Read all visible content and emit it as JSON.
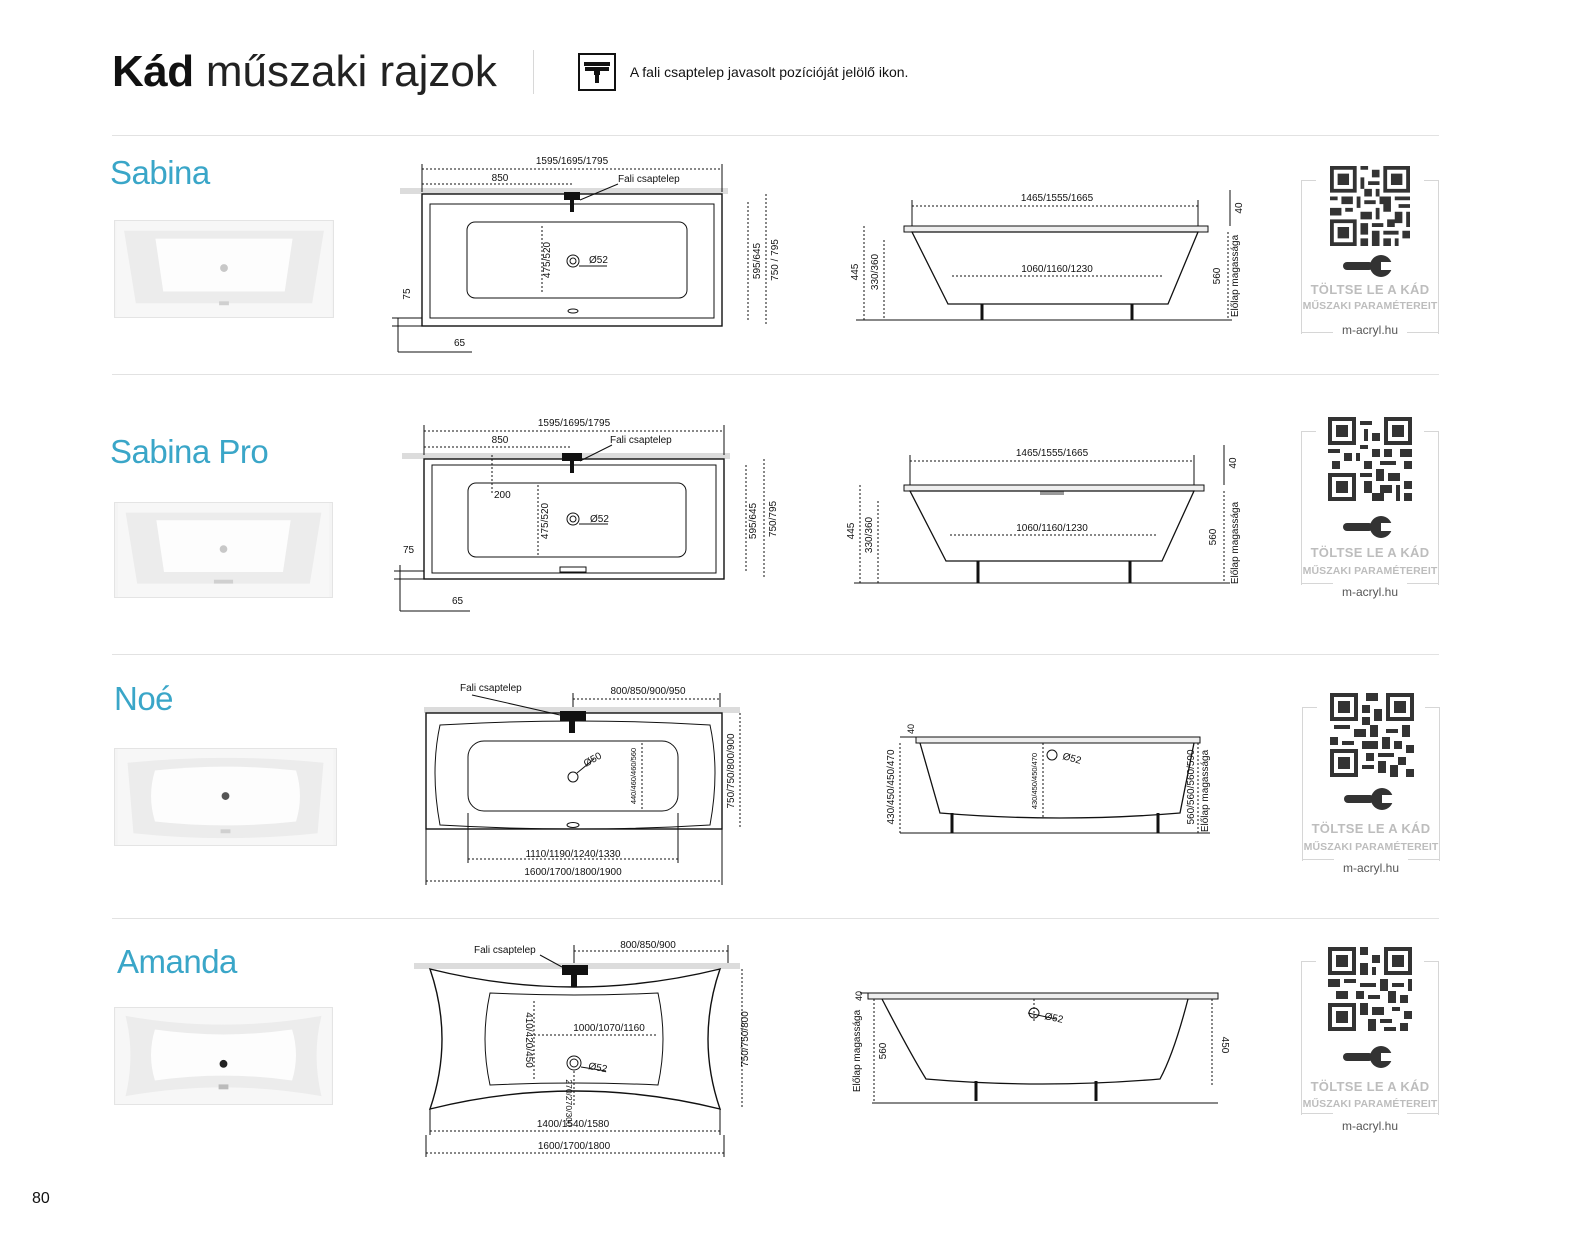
{
  "header": {
    "title_bold": "Kád",
    "title_light": "műszaki rajzok",
    "legend_text": "A fali csaptelep javasolt pozícióját jelölő ikon."
  },
  "qr": {
    "cta_line1": "TÖLTSE LE A KÁD",
    "cta_line2": "MŰSZAKI PARAMÉTEREIT",
    "url": "m-acryl.hu"
  },
  "models": [
    {
      "name": "Sabina",
      "top_view": {
        "length": "1595/1695/1795",
        "faucet_offset": "850",
        "faucet_label": "Fali csaptelep",
        "inner_width": "475/520",
        "drain": "Ø52",
        "width_inner": "595/645",
        "width_outer": "750 / 795",
        "left_dim": "75",
        "bottom_dim": "65"
      },
      "side_view": {
        "top_length": "1465/1555/1665",
        "bottom_length": "1060/1160/1230",
        "rim": "40",
        "height_a": "445",
        "height_b": "330/360",
        "panel_height": "560",
        "panel_label": "Előlap magassága"
      }
    },
    {
      "name": "Sabina Pro",
      "top_view": {
        "length": "1595/1695/1795",
        "faucet_offset": "850",
        "faucet_label": "Fali csaptelep",
        "extra": "200",
        "inner_width": "475/520",
        "drain": "Ø52",
        "width_inner": "595/645",
        "width_outer": "750/795",
        "left_dim": "75",
        "bottom_dim": "65"
      },
      "side_view": {
        "top_length": "1465/1555/1665",
        "bottom_length": "1060/1160/1230",
        "rim": "40",
        "height_a": "445",
        "height_b": "330/360",
        "panel_height": "560",
        "panel_label": "Előlap magassága"
      }
    },
    {
      "name": "Noé",
      "top_view": {
        "faucet_label": "Fali csaptelep",
        "faucet_offset": "800/850/900/950",
        "drain": "Ø50",
        "inner_width": "440/460/460/560",
        "width": "750/750/800/900",
        "inner_length": "1110/1190/1240/1330",
        "length": "1600/1700/1800/1900"
      },
      "side_view": {
        "rim": "40",
        "height": "430/450/450/470",
        "inner_height": "430/450/450/470",
        "drain": "Ø52",
        "panel_height": "560/560/560/590",
        "panel_label": "Előlap magassága"
      }
    },
    {
      "name": "Amanda",
      "top_view": {
        "faucet_label": "Fali csaptelep",
        "faucet_offset": "800/850/900",
        "inner_width": "410/420/450",
        "inner_length": "1000/1070/1160",
        "drain": "Ø52",
        "drain_offset": "270/270/300",
        "width": "750/750/800",
        "length_inner": "1400/1540/1580",
        "length": "1600/1700/1800"
      },
      "side_view": {
        "rim": "40",
        "drain": "Ø52",
        "panel_height": "560",
        "panel_label": "Előlap magassága",
        "depth": "450"
      }
    }
  ],
  "page_number": "80"
}
